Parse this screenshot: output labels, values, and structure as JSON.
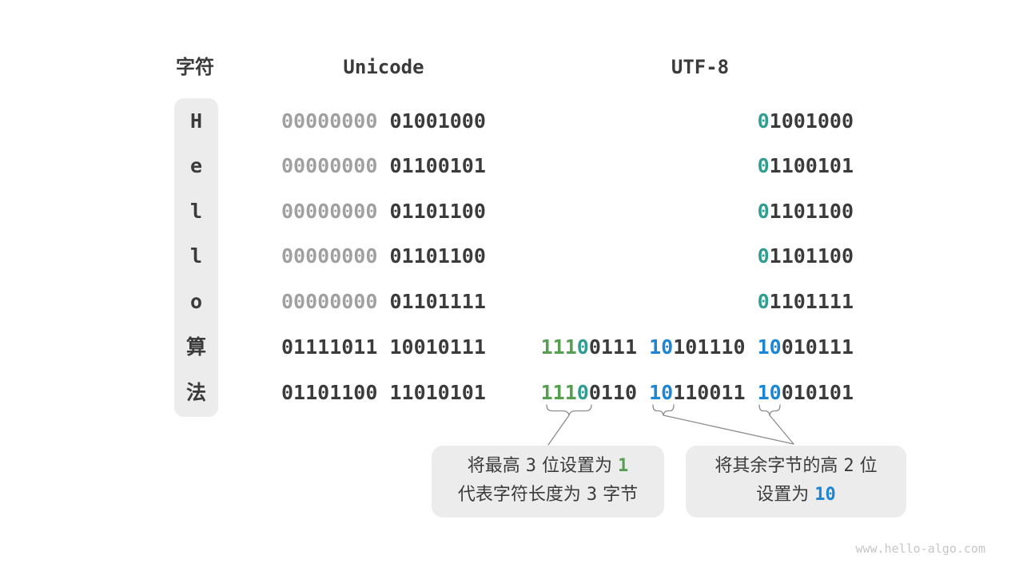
{
  "colors": {
    "dark": "#3b3b3b",
    "gray": "#a0a0a0",
    "teal": "#2f9d90",
    "green": "#569e50",
    "blue": "#1c86d4",
    "panel": "#ececec",
    "line": "#8c8c8c",
    "watermark": "#c6c6c6"
  },
  "diagram": {
    "headers": {
      "char": "字符",
      "unicode": "Unicode",
      "utf8": "UTF-8"
    },
    "rows": [
      {
        "char": "H",
        "unicode": [
          [
            "00000000",
            "gray"
          ],
          [
            " ",
            "dark"
          ],
          [
            "01001000",
            "dark"
          ]
        ],
        "utf8": [
          [
            "0",
            "teal"
          ],
          [
            "1001000",
            "dark"
          ]
        ]
      },
      {
        "char": "e",
        "unicode": [
          [
            "00000000",
            "gray"
          ],
          [
            " ",
            "dark"
          ],
          [
            "01100101",
            "dark"
          ]
        ],
        "utf8": [
          [
            "0",
            "teal"
          ],
          [
            "1100101",
            "dark"
          ]
        ]
      },
      {
        "char": "l",
        "unicode": [
          [
            "00000000",
            "gray"
          ],
          [
            " ",
            "dark"
          ],
          [
            "01101100",
            "dark"
          ]
        ],
        "utf8": [
          [
            "0",
            "teal"
          ],
          [
            "1101100",
            "dark"
          ]
        ]
      },
      {
        "char": "l",
        "unicode": [
          [
            "00000000",
            "gray"
          ],
          [
            " ",
            "dark"
          ],
          [
            "01101100",
            "dark"
          ]
        ],
        "utf8": [
          [
            "0",
            "teal"
          ],
          [
            "1101100",
            "dark"
          ]
        ]
      },
      {
        "char": "o",
        "unicode": [
          [
            "00000000",
            "gray"
          ],
          [
            " ",
            "dark"
          ],
          [
            "01101111",
            "dark"
          ]
        ],
        "utf8": [
          [
            "0",
            "teal"
          ],
          [
            "1101111",
            "dark"
          ]
        ]
      },
      {
        "char": "算",
        "unicode": [
          [
            "01111011 10010111",
            "dark"
          ]
        ],
        "utf8": [
          [
            "111",
            "green"
          ],
          [
            "0",
            "teal"
          ],
          [
            "0111",
            "dark"
          ],
          [
            " ",
            "dark"
          ],
          [
            "10",
            "blue"
          ],
          [
            "101110",
            "dark"
          ],
          [
            " ",
            "dark"
          ],
          [
            "10",
            "blue"
          ],
          [
            "010111",
            "dark"
          ]
        ]
      },
      {
        "char": "法",
        "unicode": [
          [
            "01101100 11010101",
            "dark"
          ]
        ],
        "utf8": [
          [
            "111",
            "green"
          ],
          [
            "0",
            "teal"
          ],
          [
            "0110",
            "dark"
          ],
          [
            " ",
            "dark"
          ],
          [
            "10",
            "blue"
          ],
          [
            "110011",
            "dark"
          ],
          [
            " ",
            "dark"
          ],
          [
            "10",
            "blue"
          ],
          [
            "010101",
            "dark"
          ]
        ]
      }
    ],
    "callouts": [
      {
        "lines": [
          [
            [
              "将最高 ",
              "text"
            ],
            [
              "3",
              "num"
            ],
            [
              " 位设置为 ",
              "text"
            ],
            [
              "1",
              "green-num"
            ]
          ],
          [
            [
              "代表字符长度为 ",
              "text"
            ],
            [
              "3",
              "num"
            ],
            [
              " 字节",
              "text"
            ]
          ]
        ]
      },
      {
        "lines": [
          [
            [
              "将其余字节的高 ",
              "text"
            ],
            [
              "2",
              "num"
            ],
            [
              " 位",
              "text"
            ]
          ],
          [
            [
              "设置为 ",
              "text"
            ],
            [
              "10",
              "blue-num"
            ]
          ]
        ]
      }
    ],
    "watermark": "www.hello-algo.com"
  }
}
